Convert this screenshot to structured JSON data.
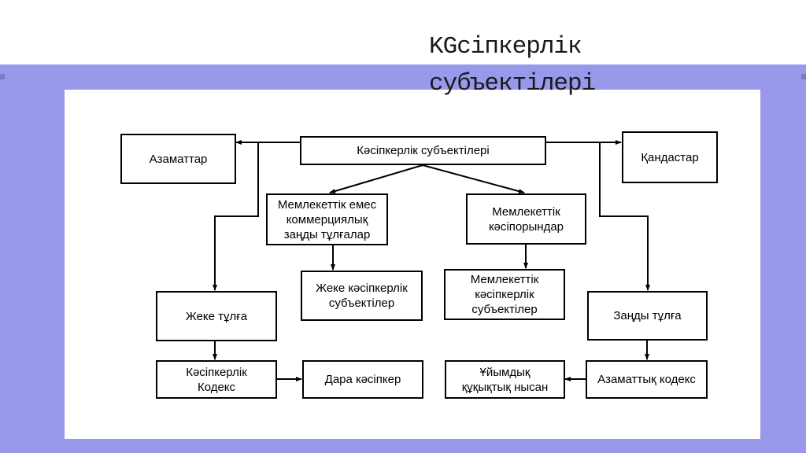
{
  "slide": {
    "title_line1": "KGcіпкерлік",
    "title_line2": "субъектілері"
  },
  "diagram": {
    "root": "Кәсіпкерлік субъектілері",
    "citizens": "Азаматтар",
    "kandas": "Қандастар",
    "non_state": "Мемлекеттік емес коммерциялық заңды тұлғалар",
    "state_enterprises": "Мемлекеттік кәсіпорындар",
    "private_subjects": "Жеке кәсіпкерлік субъектілер",
    "state_subjects": "Мемлекеттік кәсіпкерлік субъектілер",
    "individual": "Жеке тұлға",
    "legal_entity": "Заңды тұлға",
    "business_code": "Кәсіпкерлік Кодекс",
    "sole_entrepreneur": "Дара кәсіпкер",
    "org_legal_form": "Ұйымдық құқықтық нысан",
    "civil_code": "Азаматтық кодекс"
  }
}
